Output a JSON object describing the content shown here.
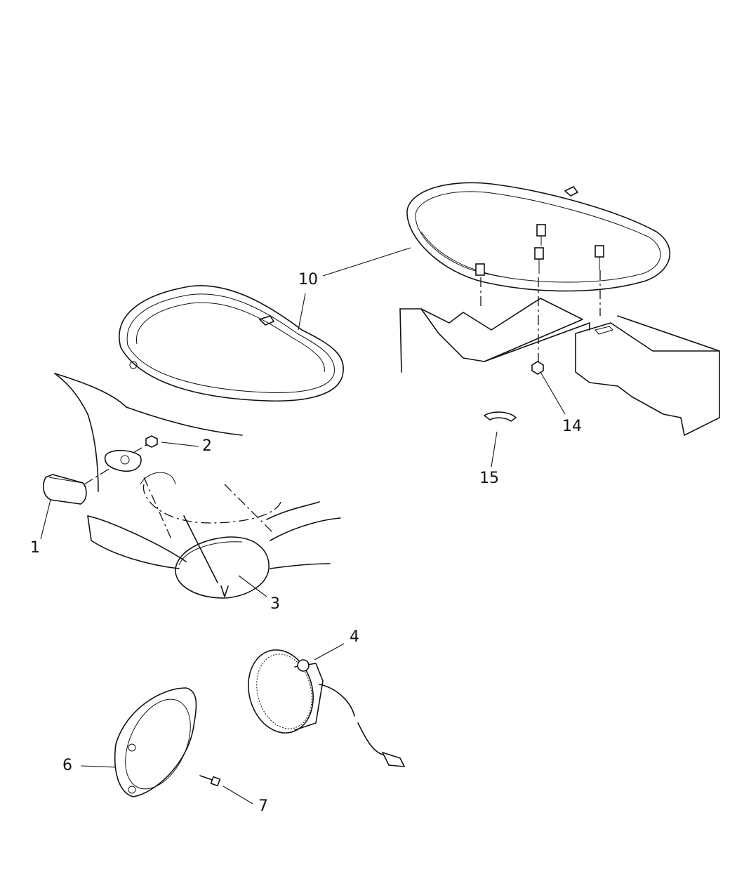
{
  "diagram": {
    "callouts": {
      "c1": "1",
      "c2": "2",
      "c3": "3",
      "c4": "4",
      "c6": "6",
      "c7": "7",
      "c10": "10",
      "c14": "14",
      "c15": "15"
    }
  }
}
